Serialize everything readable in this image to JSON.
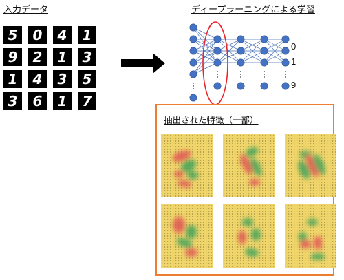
{
  "input_title": "入力データ",
  "dl_title": "ディープラーニングによる学習",
  "digits": [
    "5",
    "0",
    "4",
    "1",
    "9",
    "2",
    "1",
    "3",
    "1",
    "4",
    "3",
    "5",
    "3",
    "6",
    "1",
    "7"
  ],
  "outputs": {
    "first": "0",
    "second": "1",
    "last": "9"
  },
  "panel_title": "抽出された特徴（一部）",
  "colors": {
    "node": "#4472c4",
    "arrow": "#000000",
    "highlight": "#e8232a",
    "panel_border": "#ed7d31",
    "feature_bg": "#f0d56a",
    "feature_green": "#3fa35a",
    "feature_red": "#e05555"
  }
}
